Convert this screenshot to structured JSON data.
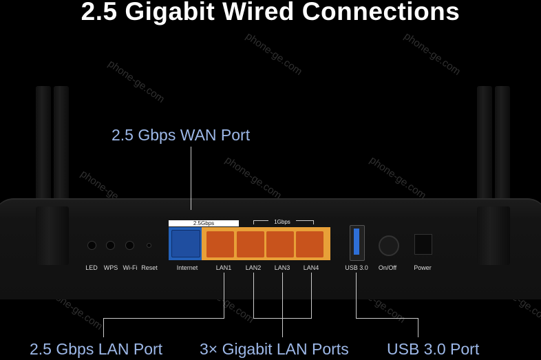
{
  "title": "2.5 Gigabit Wired Connections",
  "callouts": {
    "wan": "2.5 Gbps WAN Port",
    "lan": "2.5 Gbps LAN Port",
    "gigabit": "3× Gigabit LAN Ports",
    "usb": "USB 3.0 Port"
  },
  "panel": {
    "speed_wan": "2.5Gbps",
    "speed_lan": "1Gbps",
    "labels": [
      "LED",
      "WPS",
      "Wi-Fi",
      "Reset",
      "Internet",
      "LAN1",
      "LAN2",
      "LAN3",
      "LAN4",
      "USB 3.0",
      "On/Off",
      "Power"
    ]
  },
  "watermark": "phone-ge.com",
  "colors": {
    "callout": "#9db8e8",
    "lan_port": "#e8a038",
    "wan_port": "#1f4ea0"
  }
}
